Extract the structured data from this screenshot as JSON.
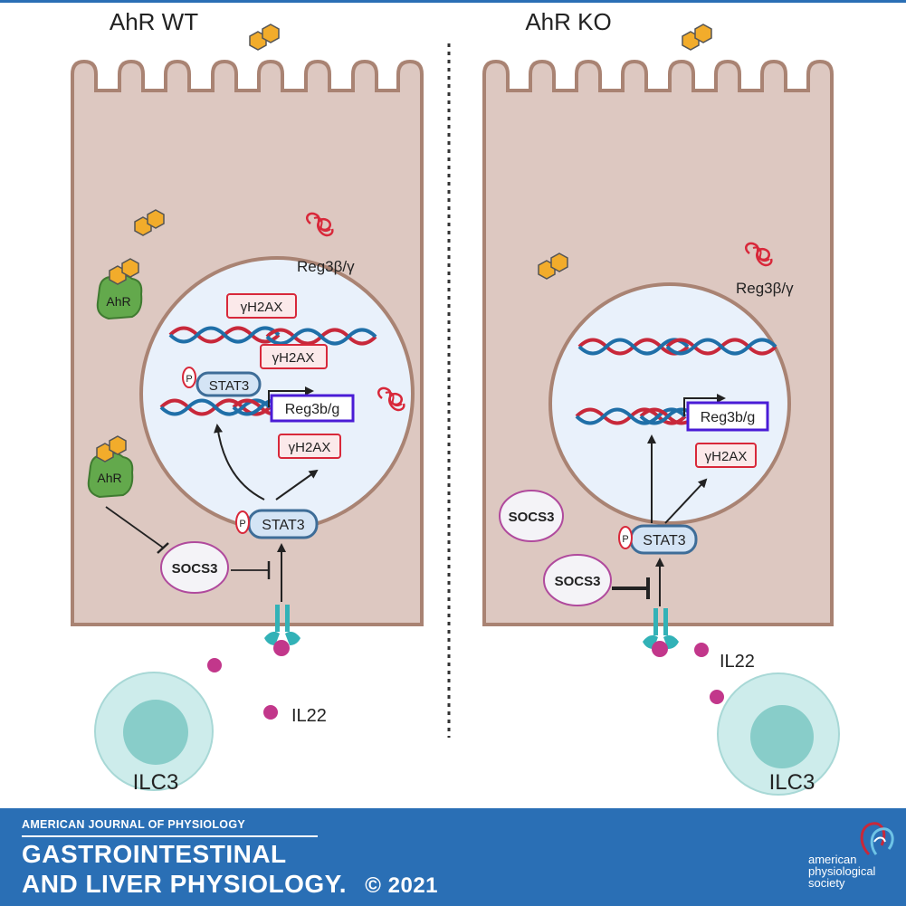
{
  "panels": {
    "left_title": "AhR WT",
    "right_title": "AhR KO"
  },
  "labels": {
    "reg3_protein": "Reg3β/γ",
    "reg3_gene": "Reg3b/g",
    "gh2ax": "γH2AX",
    "stat3": "STAT3",
    "phospho": "P",
    "socs3": "SOCS3",
    "ahr": "AhR",
    "il22": "IL22",
    "ilc3": "ILC3"
  },
  "footer": {
    "journal_line1": "AMERICAN JOURNAL OF PHYSIOLOGY",
    "journal_line2": "GASTROINTESTINAL",
    "journal_line3": "AND LIVER PHYSIOLOGY.",
    "copyright": "© 2021",
    "society_line1": "american",
    "society_line2": "physiological",
    "society_line3": "society"
  },
  "colors": {
    "cell_fill": "#ddc8c1",
    "cell_stroke": "#a98373",
    "nucleus_fill": "#e9f1fb",
    "ligand": "#f2ac2b",
    "ahr_green": "#63a94c",
    "il22_dot": "#c2378b",
    "ilc3_fill": "#cdeceb",
    "receptor": "#32b2b7",
    "reg3_red": "#d8283a",
    "box_purple": "#4a1cd6",
    "footer_blue": "#2a6fb5"
  }
}
